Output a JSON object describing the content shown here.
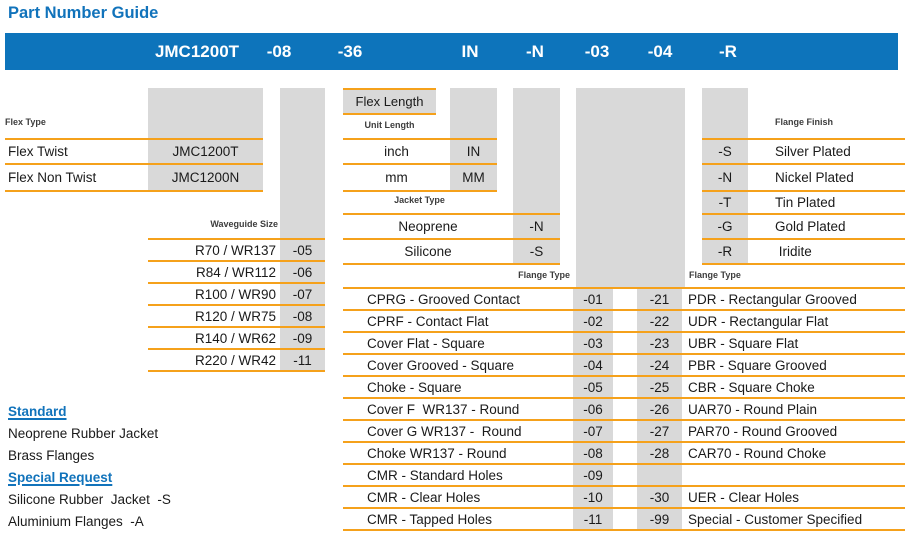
{
  "page": {
    "title": "Part Number Guide"
  },
  "bar": {
    "segments": [
      "JMC1200T",
      "-08",
      "-36",
      "IN",
      "-N",
      "-03",
      "-04",
      "-R"
    ]
  },
  "flex_type": {
    "label": "Flex Type",
    "rows": [
      {
        "name": "Flex Twist",
        "code": "JMC1200T"
      },
      {
        "name": "Flex Non Twist",
        "code": "JMC1200N"
      }
    ]
  },
  "waveguide": {
    "label": "Waveguide Size",
    "rows": [
      {
        "name": "R70 / WR137",
        "code": "-05"
      },
      {
        "name": "R84 / WR112",
        "code": "-06"
      },
      {
        "name": "R100 / WR90",
        "code": "-07"
      },
      {
        "name": "R120 / WR75",
        "code": "-08"
      },
      {
        "name": "R140 / WR62",
        "code": "-09"
      },
      {
        "name": "R220 / WR42",
        "code": "-11"
      }
    ]
  },
  "flex_length": {
    "label": "Flex Length"
  },
  "unit_length": {
    "label": "Unit Length",
    "rows": [
      {
        "name": "inch",
        "code": "IN"
      },
      {
        "name": "mm",
        "code": "MM"
      }
    ]
  },
  "jacket_type": {
    "label": "Jacket Type",
    "rows": [
      {
        "name": "Neoprene",
        "code": "-N"
      },
      {
        "name": "Silicone",
        "code": "-S"
      }
    ]
  },
  "flange_finish": {
    "label": "Flange Finish",
    "rows": [
      {
        "code": "-S",
        "name": "Silver Plated"
      },
      {
        "code": "-N",
        "name": "Nickel Plated"
      },
      {
        "code": "-T",
        "name": "Tin Plated"
      },
      {
        "code": "-G",
        "name": "Gold Plated"
      },
      {
        "code": "-R",
        "name": " Iridite"
      }
    ]
  },
  "flange_table": {
    "left_label": "Flange Type",
    "right_label": "Flange Type",
    "rows": [
      {
        "d1": "CPRG - Grooved Contact",
        "c1": "-01",
        "c2": "-21",
        "d2": "PDR - Rectangular Grooved"
      },
      {
        "d1": "CPRF - Contact Flat",
        "c1": "-02",
        "c2": "-22",
        "d2": "UDR - Rectangular Flat"
      },
      {
        "d1": "Cover Flat - Square",
        "c1": "-03",
        "c2": "-23",
        "d2": "UBR - Square Flat"
      },
      {
        "d1": "Cover Grooved - Square",
        "c1": "-04",
        "c2": "-24",
        "d2": "PBR - Square Grooved"
      },
      {
        "d1": "Choke - Square",
        "c1": "-05",
        "c2": "-25",
        "d2": "CBR - Square Choke"
      },
      {
        "d1": "Cover F  WR137 - Round",
        "c1": "-06",
        "c2": "-26",
        "d2": "UAR70 - Round Plain"
      },
      {
        "d1": "Cover G WR137 -  Round",
        "c1": "-07",
        "c2": "-27",
        "d2": "PAR70 - Round Grooved"
      },
      {
        "d1": "Choke WR137 - Round",
        "c1": "-08",
        "c2": "-28",
        "d2": "CAR70 - Round Choke"
      },
      {
        "d1": "CMR - Standard Holes",
        "c1": "-09",
        "c2": "",
        "d2": ""
      },
      {
        "d1": "CMR - Clear Holes",
        "c1": "-10",
        "c2": "-30",
        "d2": "UER - Clear Holes"
      },
      {
        "d1": "CMR - Tapped Holes",
        "c1": "-11",
        "c2": "-99",
        "d2": "Special - Customer Specified"
      }
    ]
  },
  "notes": {
    "standard_heading": "Standard",
    "standard_items": [
      "Neoprene Rubber Jacket",
      "Brass Flanges"
    ],
    "special_heading": "Special Request",
    "special_items": [
      "Silicone Rubber  Jacket  -S",
      "Aluminium Flanges  -A"
    ]
  },
  "colors": {
    "bar_blue": "#0d74bb",
    "heading_blue": "#1173bb",
    "line_orange": "#f5a11b",
    "column_gray": "#d9d9d9"
  }
}
